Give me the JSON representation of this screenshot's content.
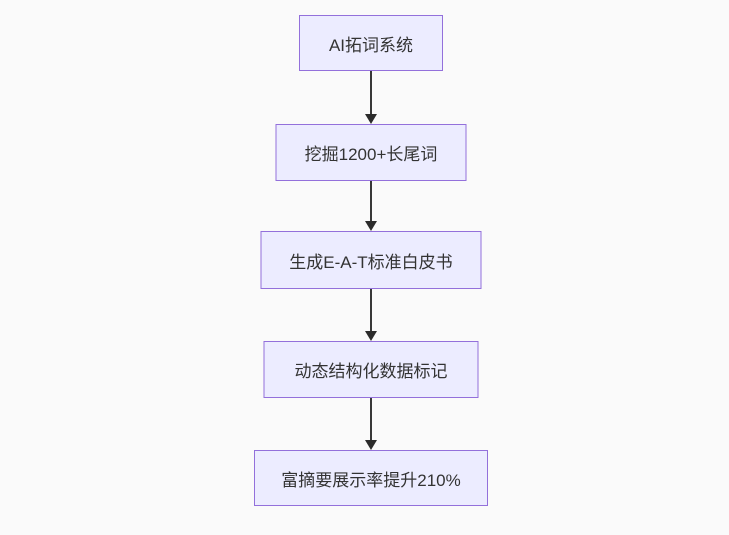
{
  "flowchart": {
    "type": "flowchart",
    "direction": "top-down",
    "nodes": [
      {
        "id": "step1",
        "label": "AI拓词系统"
      },
      {
        "id": "step2",
        "label": "挖掘1200+长尾词"
      },
      {
        "id": "step3",
        "label": "生成E-A-T标准白皮书"
      },
      {
        "id": "step4",
        "label": "动态结构化数据标记"
      },
      {
        "id": "step5",
        "label": "富摘要展示率提升210%"
      }
    ],
    "edges": [
      {
        "from": "step1",
        "to": "step2",
        "style": "arrow-down"
      },
      {
        "from": "step2",
        "to": "step3",
        "style": "arrow-down"
      },
      {
        "from": "step3",
        "to": "step4",
        "style": "arrow-down"
      },
      {
        "from": "step4",
        "to": "step5",
        "style": "arrow-down"
      }
    ],
    "colors": {
      "node_fill": "#ececff",
      "node_border": "#9370db",
      "node_text": "#333333",
      "arrow": "#333333",
      "background": "#fafafa"
    }
  }
}
